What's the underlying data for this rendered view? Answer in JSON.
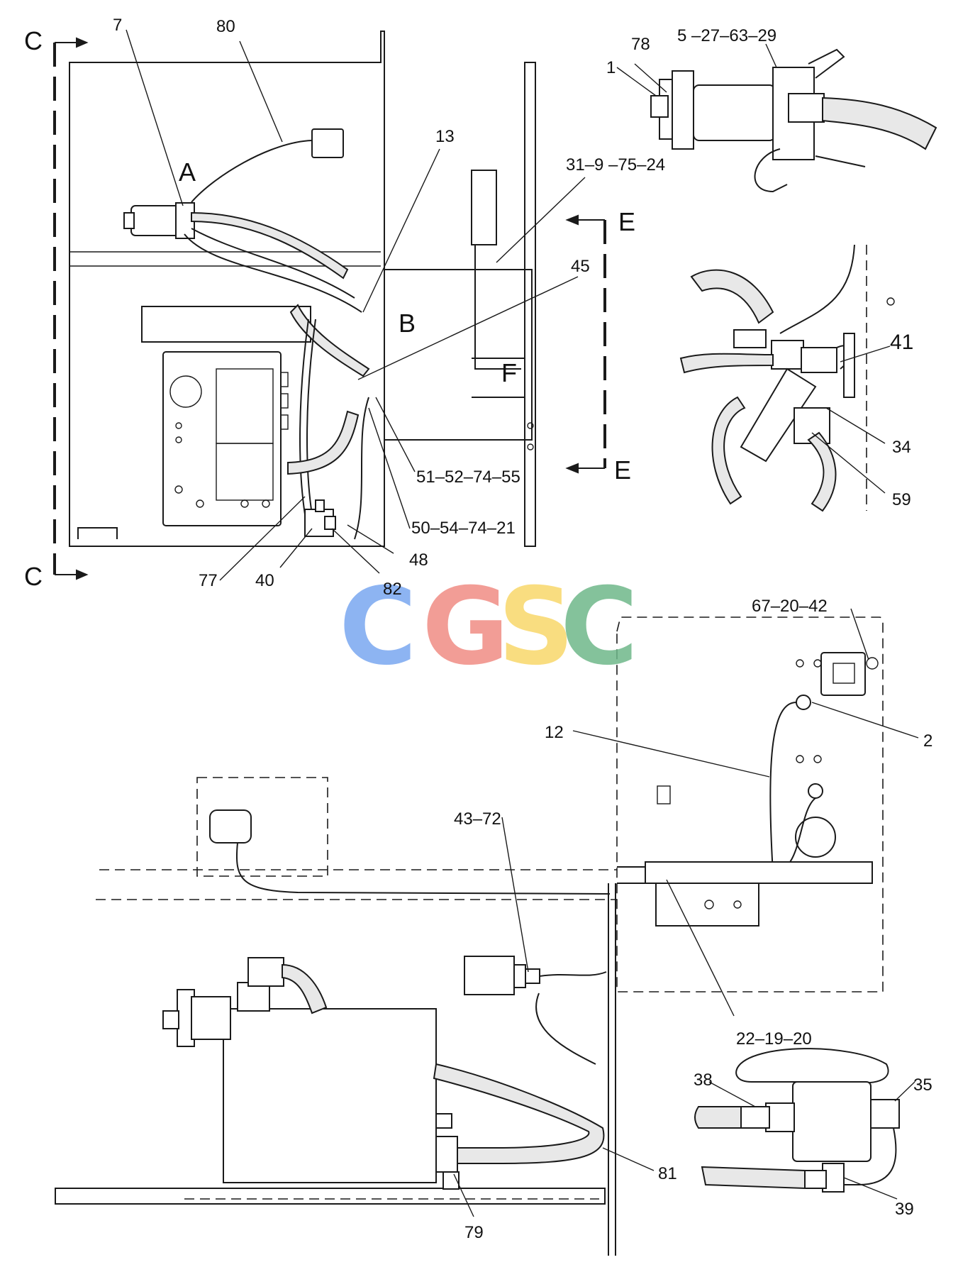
{
  "section_marks": {
    "C_top": "C",
    "C_bottom": "C",
    "E_top": "E",
    "E_bottom": "E",
    "A": "A",
    "B": "B",
    "F": "F"
  },
  "callouts": {
    "c7": "7",
    "c80": "80",
    "c13": "13",
    "c31_9_75_24": "31–9 –75–24",
    "c45": "45",
    "c51_52_74_55": "51–52–74–55",
    "c50_54_74_21": "50–54–74–21",
    "c48": "48",
    "c77": "77",
    "c40": "40",
    "c82": "82",
    "c78": "78",
    "c5_27_63_29": "5 –27–63–29",
    "c1": "1",
    "c41": "41",
    "c34": "34",
    "c59": "59",
    "c67_20_42": "67–20–42",
    "c2": "2",
    "c12": "12",
    "c43_72": "43–72",
    "c22_19_20": "22–19–20",
    "c38": "38",
    "c35": "35",
    "c81": "81",
    "c39": "39",
    "c79": "79"
  },
  "watermark": {
    "letters": [
      "C",
      "G",
      "S",
      "C"
    ],
    "colors": [
      "#7aa7f0",
      "#f08c84",
      "#f9d86a",
      "#6fb88a"
    ]
  }
}
